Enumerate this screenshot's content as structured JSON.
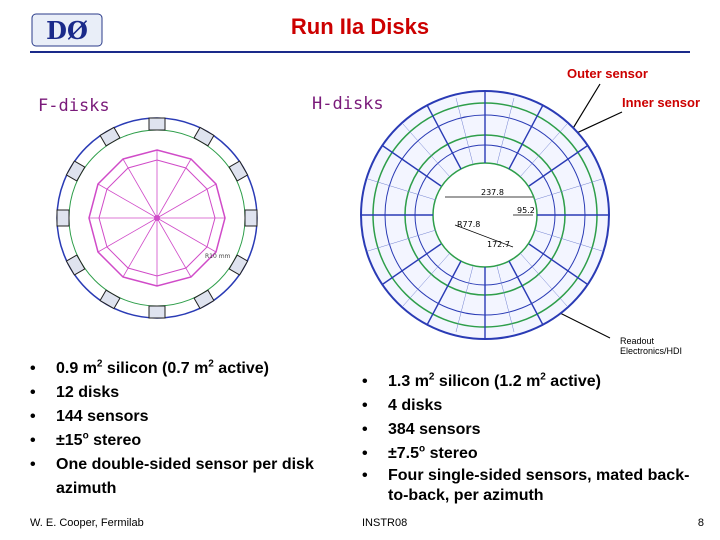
{
  "slide": {
    "title": "Run IIa Disks",
    "logo_text": "DØ",
    "f_disks_label": "F-disks",
    "h_disks_label": "H-disks",
    "outer_sensor_label": "Outer sensor",
    "inner_sensor_label": "Inner sensor",
    "footer_author": "W. E. Cooper, Fermilab",
    "footer_event": "INSTR08",
    "page_number": "8"
  },
  "f_disks_drawing": {
    "scale_note": "R10 mm"
  },
  "h_disks_drawing": {
    "dimension_labels": [
      "237.8",
      "95.2",
      "R77.8",
      "172.7"
    ],
    "readout_label_line1": "Readout",
    "readout_label_line2": "Electronics/HDI"
  },
  "f_disks_bullets": [
    {
      "pre": "0.9 m",
      "sup": "2",
      "mid": " silicon (0.7 m",
      "sup2": "2",
      "post": " active)"
    },
    {
      "pre": "12 disks"
    },
    {
      "pre": "144 sensors"
    },
    {
      "pre": "±15",
      "sup": "o",
      "mid": " stereo"
    },
    {
      "pre": "One double-sided sensor per disk azimuth"
    }
  ],
  "h_disks_bullets": [
    {
      "pre": "1.3 m",
      "sup": "2",
      "mid": " silicon (1.2 m",
      "sup2": "2",
      "post": " active)"
    },
    {
      "pre": "4 disks"
    },
    {
      "pre": "384 sensors"
    },
    {
      "pre": "±7.5",
      "sup": "o",
      "mid": " stereo"
    },
    {
      "pre": "Four single-sided sensors, mated back-to-back, per azimuth"
    }
  ],
  "colors": {
    "title": "#cc0000",
    "rule": "#1a2a8a",
    "diagram_blue": "#2a3bb5",
    "diagram_green": "#2e9e4a",
    "diagram_magenta": "#d04bc8"
  }
}
